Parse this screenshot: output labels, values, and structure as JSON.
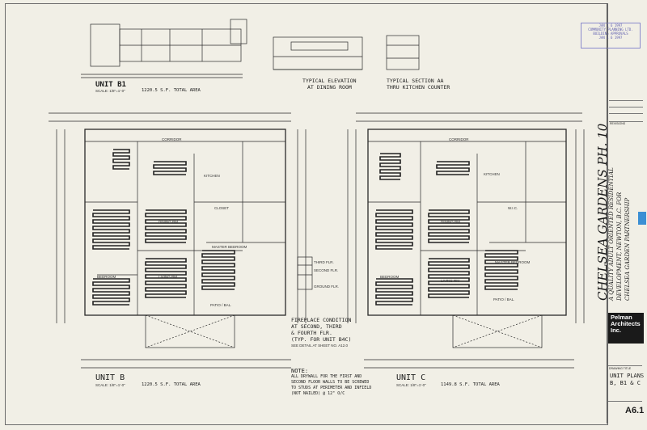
{
  "stamp": {
    "line1": "JAN 1 6 1997",
    "line2": "COMMUNITY PLANNING LTD.",
    "line3": "BUILDING APPROVALS",
    "line4": "JAN 1 6 1997"
  },
  "top_drawings": {
    "unit_b1_label": "UNIT B1",
    "unit_b1_area": "1220.5 S.F. TOTAL AREA",
    "unit_b1_scale": "SCALE: 1/8\"=1'-0\"",
    "elevation_title_1": "TYPICAL ELEVATION",
    "elevation_title_2": "AT DINING ROOM",
    "section_title_1": "TYPICAL SECTION AA",
    "section_title_2": "THRU KITCHEN COUNTER"
  },
  "plans": {
    "unit_b_label": "UNIT B",
    "unit_b_area": "1220.5 S.F. TOTAL AREA",
    "unit_b_scale": "SCALE: 1/8\"=1'-0\"",
    "unit_c_label": "UNIT C",
    "unit_c_area": "1149.8 S.F. TOTAL AREA",
    "unit_c_scale": "SCALE: 1/8\"=1'-0\"",
    "room_corridor": "CORRIDOR",
    "room_kitchen": "KITCHEN",
    "room_dining": "DINING RM",
    "room_living": "LIVING RM",
    "room_bedroom": "BEDROOM",
    "room_master": "MASTER BEDROOM",
    "room_patio": "PATIO / BAL.",
    "room_closet": "CLOSET",
    "room_wic": "W.I.C."
  },
  "fireplace_note": {
    "line1": "FIREPLACE CONDITION",
    "line2": "AT SECOND, THIRD",
    "line3": "& FOURTH FLR.",
    "line4": "(TYP. FOR UNIT B4C)",
    "line5": "SEE DETAIL AT SHEET NO. A12.0",
    "third_flr": "THIRD FLR.",
    "second_flr": "SECOND FLR.",
    "ground_flr": "GROUND FLR."
  },
  "general_note": {
    "title": "NOTE:",
    "line1": "ALL DRYWALL FOR THE FIRST AND",
    "line2": "SECOND FLOOR WALLS TO BE SCREWED",
    "line3": "TO STUDS AT PERIMETER AND INFIELD",
    "line4": "(NOT NAILED) @ 12\" O/C"
  },
  "title_block": {
    "project_line1": "CHELSEA GARDENS PH. 10",
    "project_line2": "A QUALITY ADULT ORIENTED RESIDENTIAL",
    "project_line3": "DEVELOPMENT, NEWTON, B.C. FOR",
    "project_line4": "CHELSEA GARDEN PARTNERSHIP",
    "firm_line1": "Pelman",
    "firm_line2": "Architects",
    "firm_line3": "Inc.",
    "sheet_title_1": "UNIT PLANS",
    "sheet_title_2": "B, B1 & C",
    "sheet_number": "A6.1",
    "revisions": "REVISIONS",
    "drawing_title": "DRAWING TITLE"
  }
}
